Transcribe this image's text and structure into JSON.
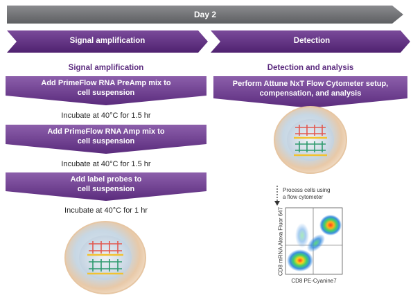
{
  "header": {
    "day_label": "Day 2"
  },
  "phases": {
    "signal_amplification": "Signal amplification",
    "detection": "Detection"
  },
  "left": {
    "heading": "Signal amplification",
    "steps": [
      {
        "label_line1": "Add PrimeFlow RNA PreAmp mix to",
        "label_line2": "cell suspension",
        "incubation": "Incubate at 40°C for 1.5 hr"
      },
      {
        "label_line1": "Add PrimeFlow RNA Amp mix to",
        "label_line2": "cell suspension",
        "incubation": "Incubate at 40°C for 1.5 hr"
      },
      {
        "label_line1": "Add label probes to",
        "label_line2": "cell suspension",
        "incubation": "Incubate at 40°C for 1 hr"
      }
    ]
  },
  "right": {
    "heading": "Detection and analysis",
    "step_line1": "Perform Attune NxT Flow Cytometer setup,",
    "step_line2": "compensation, and analysis",
    "process_line1": "Process cells using",
    "process_line2": "a flow cytometer",
    "plot": {
      "xlabel": "CD8 PE-Cyanine7",
      "ylabel": "CD8 mRNA Alexa Fluor 647"
    }
  },
  "colors": {
    "header_gray": "#6d6e71",
    "purple": "#5b2a7e",
    "purple_light": "#7b4a9c",
    "probe_red": "#e2584f",
    "probe_green": "#2e9a6e",
    "probe_yellow": "#f2c230"
  }
}
